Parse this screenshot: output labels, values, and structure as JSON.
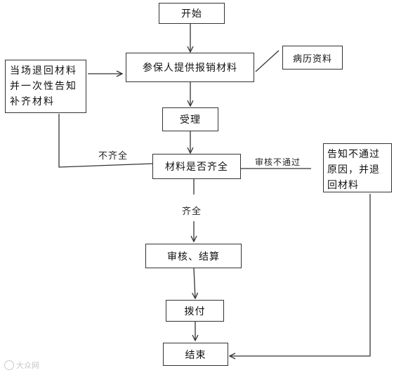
{
  "nodes": {
    "start": "开始",
    "submit": "参保人提供报销材料",
    "medical_record": "病历资料",
    "return_left": "当场退回材料\n并一次性告知\n补齐材料",
    "accept": "受理",
    "check_complete": "材料是否齐全",
    "notify_right": "告知不通过\n原因，并退\n回材料",
    "audit": "审核、结算",
    "payout": "拨付",
    "end": "结束"
  },
  "edge_labels": {
    "incomplete": "不齐全",
    "complete": "齐全",
    "audit_fail": "审核不通过"
  },
  "watermark": "大众网"
}
